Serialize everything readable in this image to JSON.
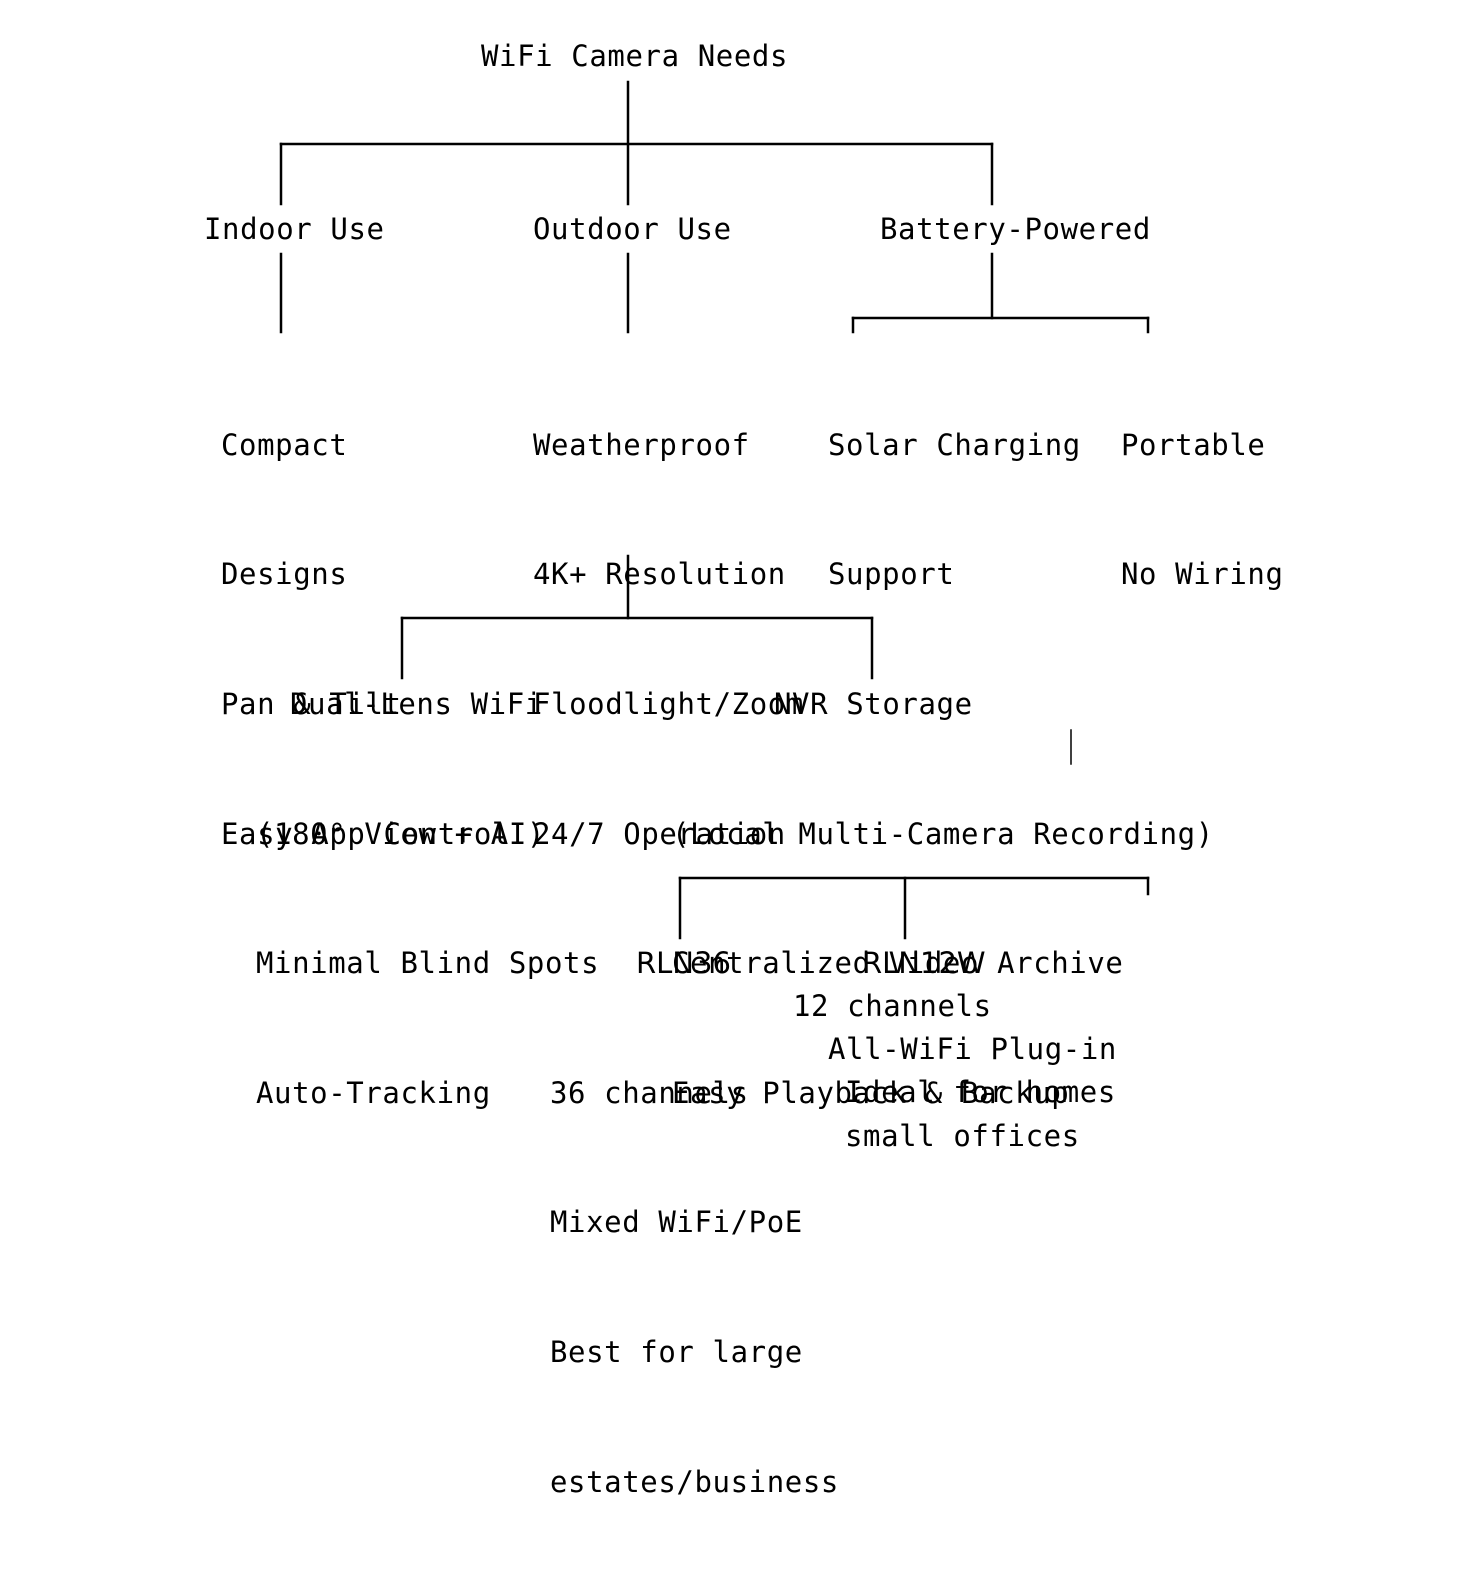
{
  "root": {
    "label": "WiFi Camera Needs"
  },
  "categories": {
    "indoor": {
      "title": "Indoor Use",
      "features": [
        "Compact",
        "Designs",
        "Pan & Tilt",
        "Easy App Control"
      ]
    },
    "outdoor": {
      "title": "Outdoor Use",
      "features": [
        "Weatherproof",
        "4K+ Resolution",
        "Floodlight/Zoom",
        "24/7 Operation"
      ]
    },
    "battery": {
      "title": "Battery-Powered",
      "solar": [
        "Solar Charging",
        "Support"
      ],
      "portable": [
        "Portable",
        "No Wiring"
      ]
    }
  },
  "outdoor_options": {
    "dual_lens": {
      "title": "Dual-Lens WiFi",
      "details": [
        "(180° View + AI)",
        "Minimal Blind Spots",
        "Auto-Tracking"
      ]
    },
    "nvr": {
      "title": "NVR Storage",
      "details": [
        "(Local Multi-Camera Recording)",
        "Centralized Video Archive",
        "Easy Playback & Backup"
      ]
    }
  },
  "nvr_models": {
    "rln36": {
      "name": "RLN36",
      "specs": [
        "36 channels",
        "Mixed WiFi/PoE",
        "Best for large",
        "estates/business"
      ]
    },
    "rln12w": {
      "name": "RLN12W",
      "specs": [
        "12 channels",
        "All-WiFi Plug-in",
        "Ideal for homes",
        "small offices"
      ]
    }
  }
}
